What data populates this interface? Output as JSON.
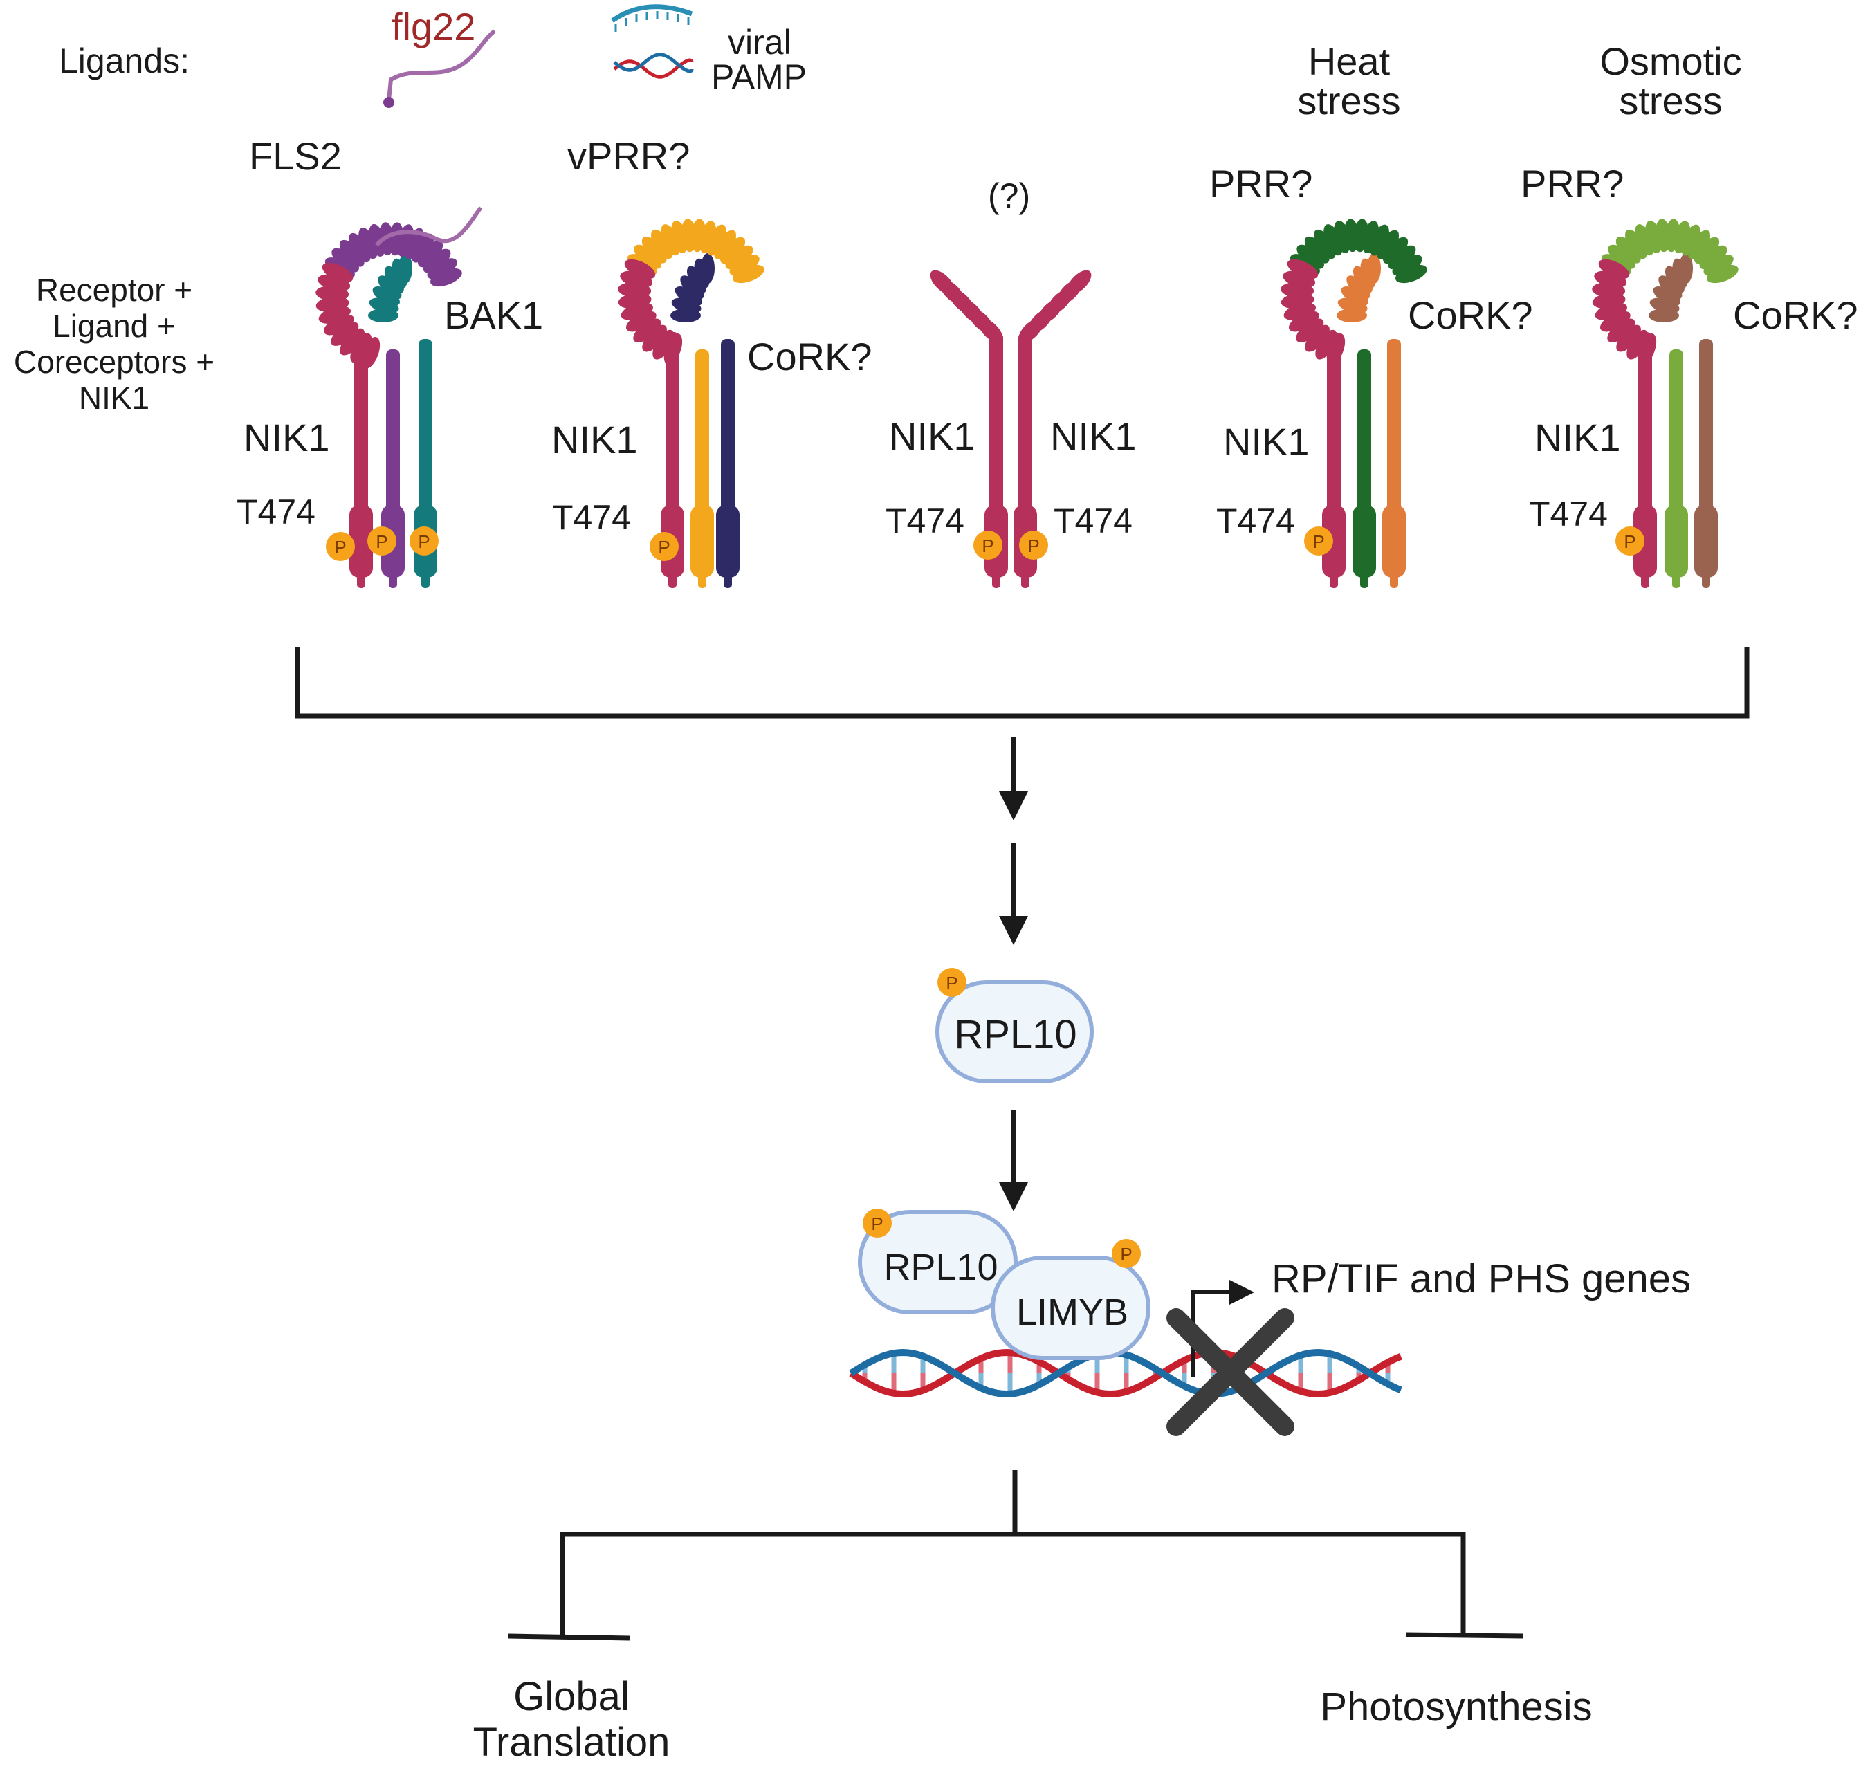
{
  "labels": {
    "ligands": "Ligands:",
    "flg22": "flg22",
    "viral": "viral",
    "pamp": "PAMP",
    "heat_1": "Heat",
    "heat_2": "stress",
    "osmotic_1": "Osmotic",
    "osmotic_2": "stress",
    "side_1": "Receptor +",
    "side_2": "Ligand +",
    "side_3": "Coreceptors +",
    "side_4": "NIK1",
    "fls2": "FLS2",
    "vprr": "vPRR?",
    "unknown": "(?)",
    "prr_heat": "PRR?",
    "prr_osmotic": "PRR?",
    "bak1": "BAK1",
    "cork_1": "CoRK?",
    "cork_2": "CoRK?",
    "cork_3": "CoRK?",
    "nik1_1": "NIK1",
    "nik1_2": "NIK1",
    "nik1_3a": "NIK1",
    "nik1_3b": "NIK1",
    "nik1_4": "NIK1",
    "nik1_5": "NIK1",
    "t474_1": "T474",
    "t474_2": "T474",
    "t474_3a": "T474",
    "t474_3b": "T474",
    "t474_4": "T474",
    "t474_5": "T474",
    "phospho": "P",
    "rpl10": "RPL10",
    "rpl10_complex": "RPL10",
    "limyb": "LIMYB",
    "genes": "RP/TIF and PHS genes",
    "global_1": "Global",
    "global_2": "Translation",
    "photosynthesis": "Photosynthesis"
  },
  "colors": {
    "nik1": "#b5305a",
    "fls2": "#7b3c8f",
    "bak1": "#157a7c",
    "vprr": "#f2a71d",
    "vcork": "#2e2a66",
    "prr_heat": "#1f6b2a",
    "cork_heat": "#e07b3a",
    "prr_osmotic": "#79ac3c",
    "cork_osmotic": "#9a6350",
    "flg22_text": "#a02828",
    "phospho": "#f6a21b",
    "bubble_fill": "#eef6fc",
    "bubble_stroke": "#93aedb",
    "dna_red": "#c8202c",
    "dna_blue": "#1e6ca4"
  }
}
